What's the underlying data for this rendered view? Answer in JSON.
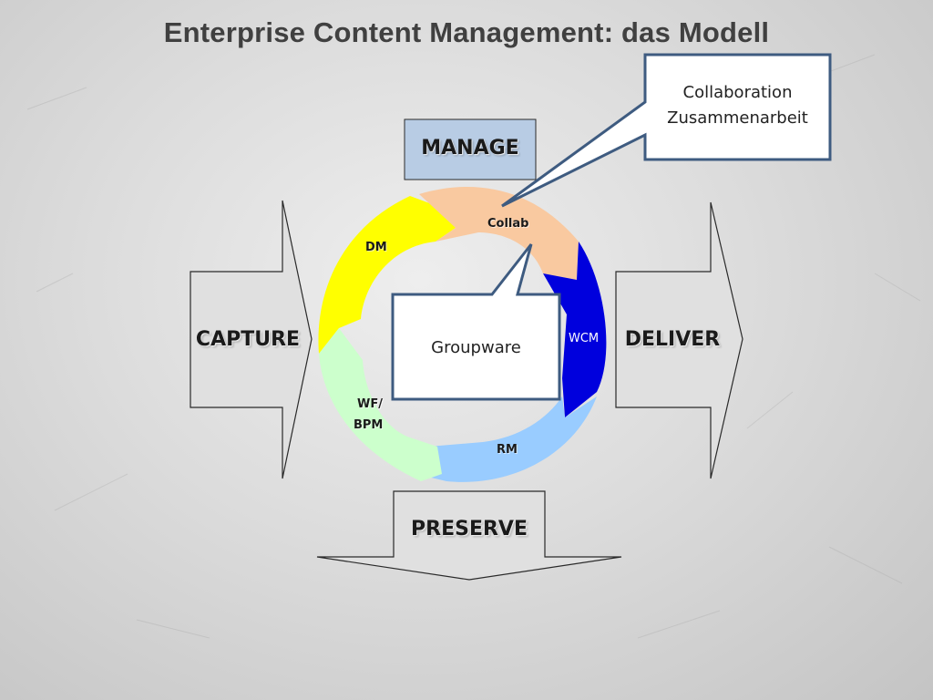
{
  "title": "Enterprise Content Management: das Modell",
  "stages": {
    "manage": "MANAGE",
    "capture": "CAPTURE",
    "deliver": "DELIVER",
    "preserve": "PRESERVE"
  },
  "cycle": {
    "collab": "Collab",
    "wcm": "WCM",
    "rm": "RM",
    "wf_line1": "WF/",
    "wf_line2": "BPM",
    "dm": "DM"
  },
  "callouts": {
    "collaboration_line1": "Collaboration",
    "collaboration_line2": "Zusammenarbeit",
    "groupware": "Groupware"
  },
  "colors": {
    "collab": "#f9c9a0",
    "wcm": "#0000dd",
    "rm": "#99ccff",
    "wf_bpm": "#ccffcc",
    "dm": "#ffff00",
    "manage_box": "#b8cce4",
    "callout_border": "#3e5b80"
  }
}
